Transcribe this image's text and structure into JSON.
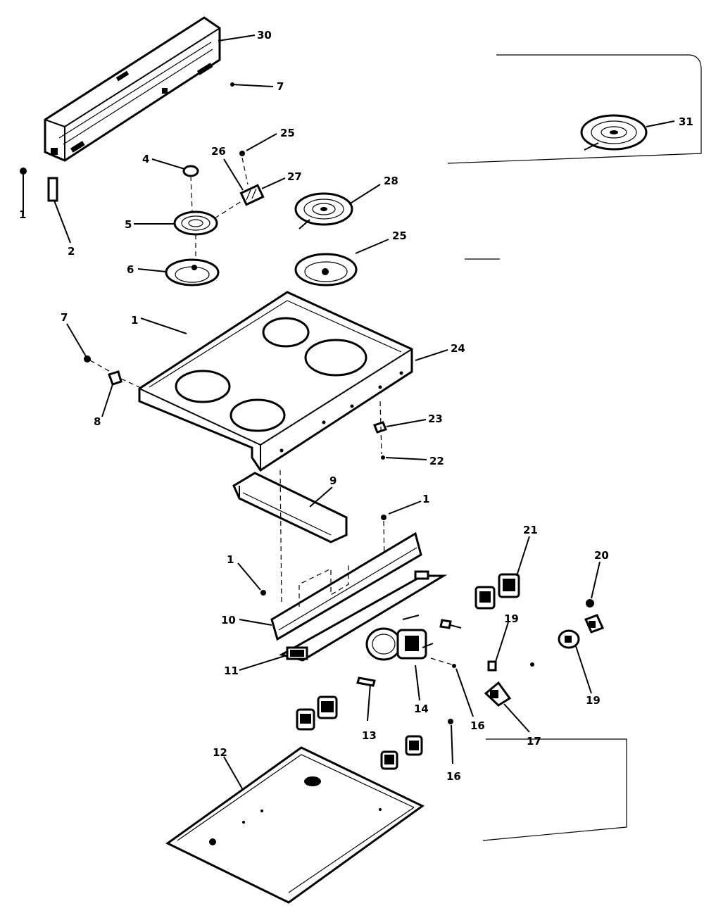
{
  "diagram": {
    "callouts": [
      {
        "id": "c30",
        "label": "30"
      },
      {
        "id": "c7a",
        "label": "7"
      },
      {
        "id": "c31",
        "label": "31"
      },
      {
        "id": "c1a",
        "label": "1"
      },
      {
        "id": "c2",
        "label": "2"
      },
      {
        "id": "c4",
        "label": "4"
      },
      {
        "id": "c26",
        "label": "26"
      },
      {
        "id": "c25a",
        "label": "25"
      },
      {
        "id": "c27",
        "label": "27"
      },
      {
        "id": "c28",
        "label": "28"
      },
      {
        "id": "c5",
        "label": "5"
      },
      {
        "id": "c6",
        "label": "6"
      },
      {
        "id": "c25b",
        "label": "25"
      },
      {
        "id": "c1b",
        "label": "1"
      },
      {
        "id": "c7b",
        "label": "7"
      },
      {
        "id": "c8",
        "label": "8"
      },
      {
        "id": "c24",
        "label": "24"
      },
      {
        "id": "c23",
        "label": "23"
      },
      {
        "id": "c22",
        "label": "22"
      },
      {
        "id": "c9",
        "label": "9"
      },
      {
        "id": "c1c",
        "label": "1"
      },
      {
        "id": "c1d",
        "label": "1"
      },
      {
        "id": "c21",
        "label": "21"
      },
      {
        "id": "c20",
        "label": "20"
      },
      {
        "id": "c10",
        "label": "10"
      },
      {
        "id": "c19a",
        "label": "19"
      },
      {
        "id": "c11",
        "label": "11"
      },
      {
        "id": "c14",
        "label": "14"
      },
      {
        "id": "c16a",
        "label": "16"
      },
      {
        "id": "c19b",
        "label": "19"
      },
      {
        "id": "c13",
        "label": "13"
      },
      {
        "id": "c17",
        "label": "17"
      },
      {
        "id": "c12",
        "label": "12"
      },
      {
        "id": "c16b",
        "label": "16"
      }
    ]
  }
}
